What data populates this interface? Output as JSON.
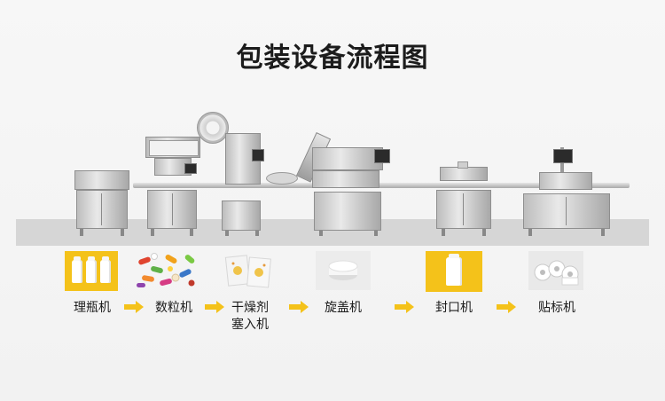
{
  "title": "包装设备流程图",
  "steps": [
    {
      "label": "理瓶机"
    },
    {
      "label": "数粒机"
    },
    {
      "label": "干燥剂",
      "label2": "塞入机"
    },
    {
      "label": "旋盖机"
    },
    {
      "label": "封口机"
    },
    {
      "label": "贴标机"
    }
  ],
  "colors": {
    "arrow": "#f4c21a",
    "thumb_background": "#f4c21a",
    "floor": "#d6d6d6",
    "title_text": "#1c1c1c"
  },
  "icons": {
    "bottles": "white-bottles-icon",
    "capsules": "capsules-pills-icon",
    "desiccant": "desiccant-packets-icon",
    "cap": "bottle-cap-icon",
    "sealed_bottle": "sealed-bottle-icon",
    "labels": "label-rolls-icon",
    "arrow": "arrow-right-icon"
  }
}
